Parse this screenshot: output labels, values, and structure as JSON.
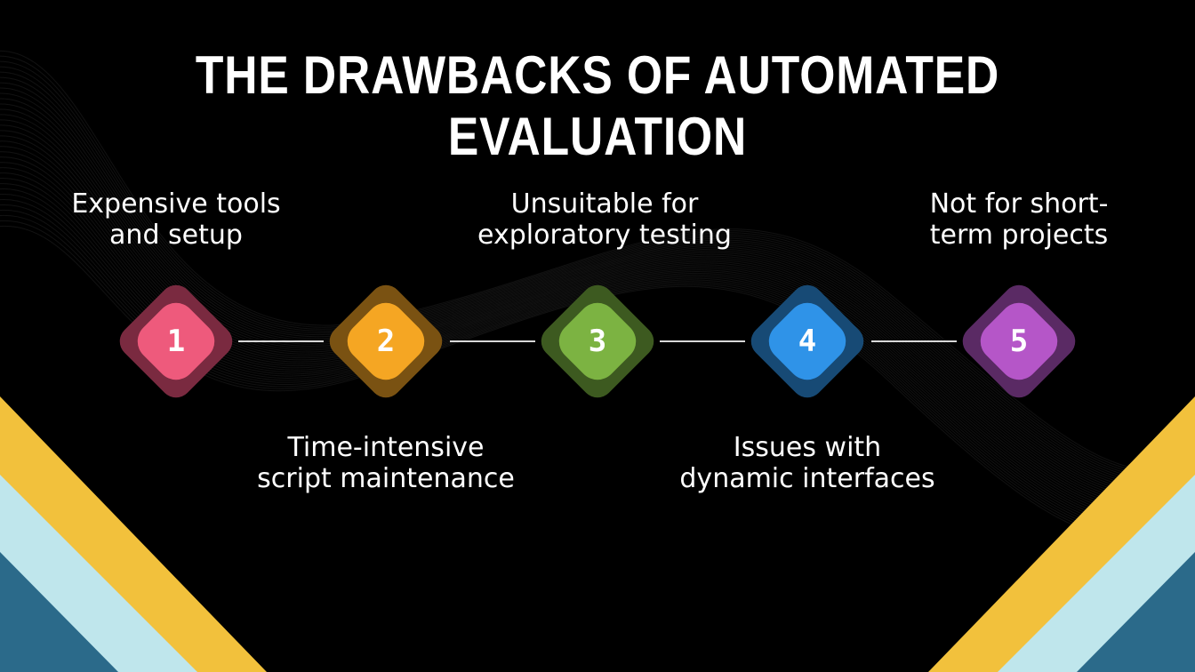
{
  "title": "THE DRAWBACKS OF AUTOMATED EVALUATION",
  "steps": [
    {
      "number": "1",
      "lines": [
        "Expensive tools",
        "and setup"
      ],
      "color": "#ee5a7c",
      "glow": "#7a2a40"
    },
    {
      "number": "2",
      "lines": [
        "Time-intensive",
        "script maintenance"
      ],
      "color": "#f5a623",
      "glow": "#7a5212"
    },
    {
      "number": "3",
      "lines": [
        "Unsuitable for",
        "exploratory testing"
      ],
      "color": "#7cb342",
      "glow": "#3d5a20"
    },
    {
      "number": "4",
      "lines": [
        "Issues with",
        "dynamic interfaces"
      ],
      "color": "#2f93e8",
      "glow": "#174a75"
    },
    {
      "number": "5",
      "lines": [
        "Not for short-",
        "term projects"
      ],
      "color": "#b556c8",
      "glow": "#5a2a64"
    }
  ],
  "colors": {
    "background": "#000000",
    "stripe_yellow": "#f2c13c",
    "stripe_light": "#bfe6ec",
    "stripe_blue": "#2b6a8a",
    "connector": "#d8d8d8"
  }
}
